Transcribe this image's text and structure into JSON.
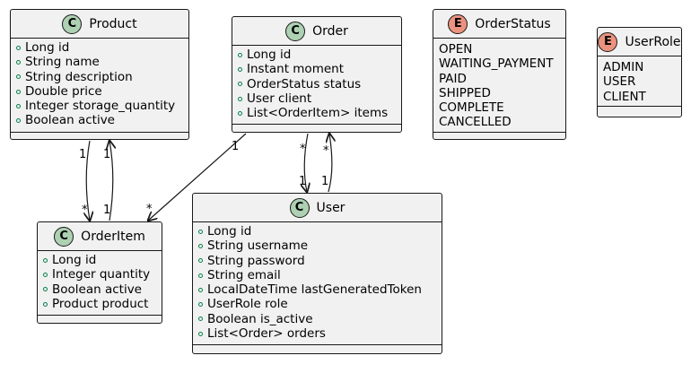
{
  "classes": {
    "product": {
      "name": "Product",
      "stereotype": "C",
      "attributes": [
        "Long id",
        "String name",
        "String description",
        "Double price",
        "Integer storage_quantity",
        "Boolean active"
      ]
    },
    "order": {
      "name": "Order",
      "stereotype": "C",
      "attributes": [
        "Long id",
        "Instant moment",
        "OrderStatus status",
        "User client",
        "List<OrderItem> items"
      ]
    },
    "order_item": {
      "name": "OrderItem",
      "stereotype": "C",
      "attributes": [
        "Long id",
        "Integer quantity",
        "Boolean active",
        "Product product"
      ]
    },
    "user": {
      "name": "User",
      "stereotype": "C",
      "attributes": [
        "Long id",
        "String username",
        "String password",
        "String email",
        "LocalDateTime lastGeneratedToken",
        "UserRole role",
        "Boolean is_active",
        "List<Order> orders"
      ]
    }
  },
  "enums": {
    "order_status": {
      "name": "OrderStatus",
      "stereotype": "E",
      "values": [
        "OPEN",
        "WAITING_PAYMENT",
        "PAID",
        "SHIPPED",
        "COMPLETE",
        "CANCELLED"
      ]
    },
    "user_role": {
      "name": "UserRole",
      "stereotype": "E",
      "values": [
        "ADMIN",
        "USER",
        "CLIENT"
      ]
    }
  },
  "relations": [
    {
      "from": "Product",
      "to": "OrderItem",
      "from_mult": "1",
      "to_mult": "*"
    },
    {
      "from": "OrderItem",
      "to": "Product",
      "from_mult": "1",
      "to_mult": "1"
    },
    {
      "from": "Order",
      "to": "OrderItem",
      "from_mult": "1",
      "to_mult": "*"
    },
    {
      "from": "Order",
      "to": "User",
      "from_mult": "*",
      "to_mult": "1"
    },
    {
      "from": "User",
      "to": "Order",
      "from_mult": "1",
      "to_mult": "*"
    }
  ],
  "colors": {
    "class_badge": "#add1b2",
    "enum_badge": "#eb937f",
    "box_fill": "#f1f1f1",
    "border": "#181818",
    "visibility_marker": "#038048"
  }
}
